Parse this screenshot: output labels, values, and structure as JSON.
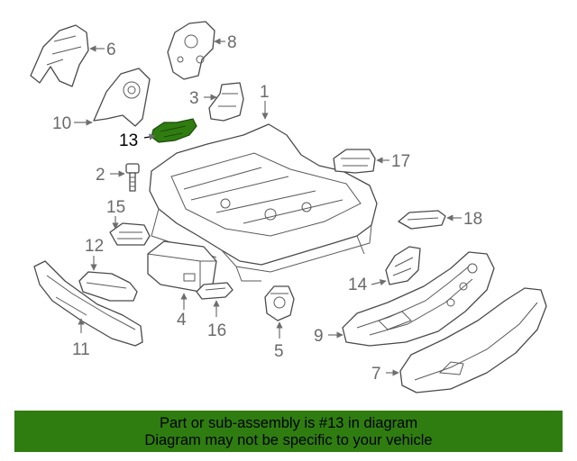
{
  "diagram": {
    "callouts": [
      "1",
      "2",
      "3",
      "4",
      "5",
      "6",
      "7",
      "8",
      "9",
      "10",
      "11",
      "12",
      "13",
      "14",
      "15",
      "16",
      "17",
      "18"
    ],
    "highlighted_part": "13",
    "highlight_color": "#2f7d10"
  },
  "banner": {
    "line1": "Part or sub-assembly is #13 in diagram",
    "line2": "Diagram may not be specific to your vehicle",
    "background": "#2f7d10"
  }
}
